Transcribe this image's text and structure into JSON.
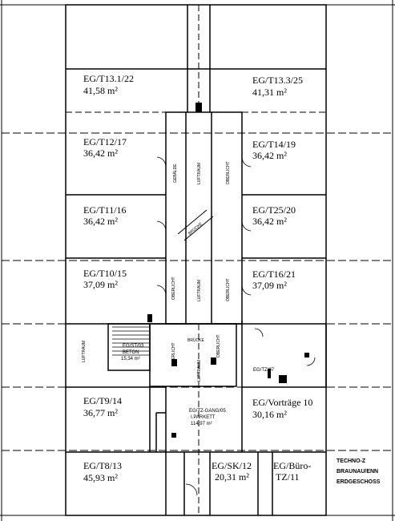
{
  "rooms": [
    {
      "code": "EG/T13.1/22",
      "area": "41,58 m²"
    },
    {
      "code": "EG/T13.3/25",
      "area": "41,31 m²"
    },
    {
      "code": "EG/T12/17",
      "area": "36,42 m²"
    },
    {
      "code": "EG/T14/19",
      "area": "36,42 m²"
    },
    {
      "code": "EG/T11/16",
      "area": "36,42 m²"
    },
    {
      "code": "EG/T25/20",
      "area": "36,42 m²"
    },
    {
      "code": "EG/T10/15",
      "area": "37,09 m²"
    },
    {
      "code": "EG/T16/21",
      "area": "37,09 m²"
    },
    {
      "code": "EG/T9/14",
      "area": "36,77 m²"
    },
    {
      "code": "EG/Vorträge 10",
      "area": "30,16 m²"
    },
    {
      "code": "EG/T8/13",
      "area": "45,93 m²"
    },
    {
      "code": "EG/SK/12",
      "area": "20,31 m²"
    },
    {
      "code": "EG/Büro-",
      "area": "TZ/11"
    }
  ],
  "small_labels": {
    "stair_code": "EG/ST/03",
    "stair_floor": "BETON",
    "stair_area": "15,34 m²",
    "corridor_code": "EG/TZ-GANG/05",
    "corridor_floor": "I.PARKETT",
    "corridor_area": "114,97 m²",
    "wc_code": "EG/TZ/07"
  },
  "vertical_labels": [
    "GEBÄLDE",
    "LUFTRAUM",
    "OBERLICHT",
    "OBERLICHT",
    "LUFTRAUM",
    "OBERLICHT",
    "LUFTRAUM",
    "OBERLICHT",
    "OBERLICHT",
    "LUFTRAUM",
    "BRÜCKE"
  ],
  "diagonal_label": "BRÜCKE",
  "title_block": [
    "TECHNO-Z",
    "BRAUNAU/ENN",
    "ERDGESCHOSS"
  ]
}
